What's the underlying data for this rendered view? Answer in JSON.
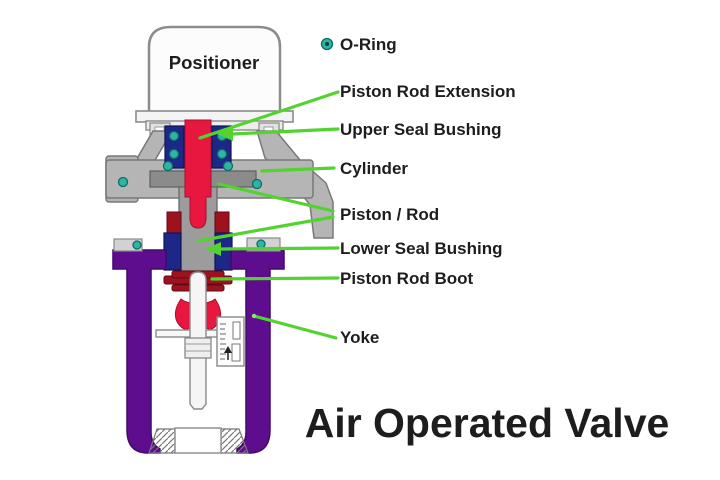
{
  "title": "Air Operated Valve",
  "legend": {
    "o_ring": "O-Ring"
  },
  "diagram": {
    "positioner": "Positioner",
    "callouts": {
      "piston_rod_extension": "Piston Rod Extension",
      "upper_seal_bushing": "Upper Seal Bushing",
      "cylinder": "Cylinder",
      "piston_rod": "Piston / Rod",
      "lower_seal_bushing": "Lower Seal Bushing",
      "piston_rod_boot": "Piston Rod Boot",
      "yoke": "Yoke"
    }
  },
  "colors": {
    "callout_line": "#53d32f",
    "o_ring": "#2fb3a5",
    "rod_red": "#e8173f",
    "boot_dark_red": "#9e1220",
    "bushing_navy": "#1c2787",
    "yoke_purple": "#5d0d8e",
    "body_gray": "#b5b5b5",
    "piston_gray": "#8b8b8b",
    "text": "#1d1d1d"
  }
}
